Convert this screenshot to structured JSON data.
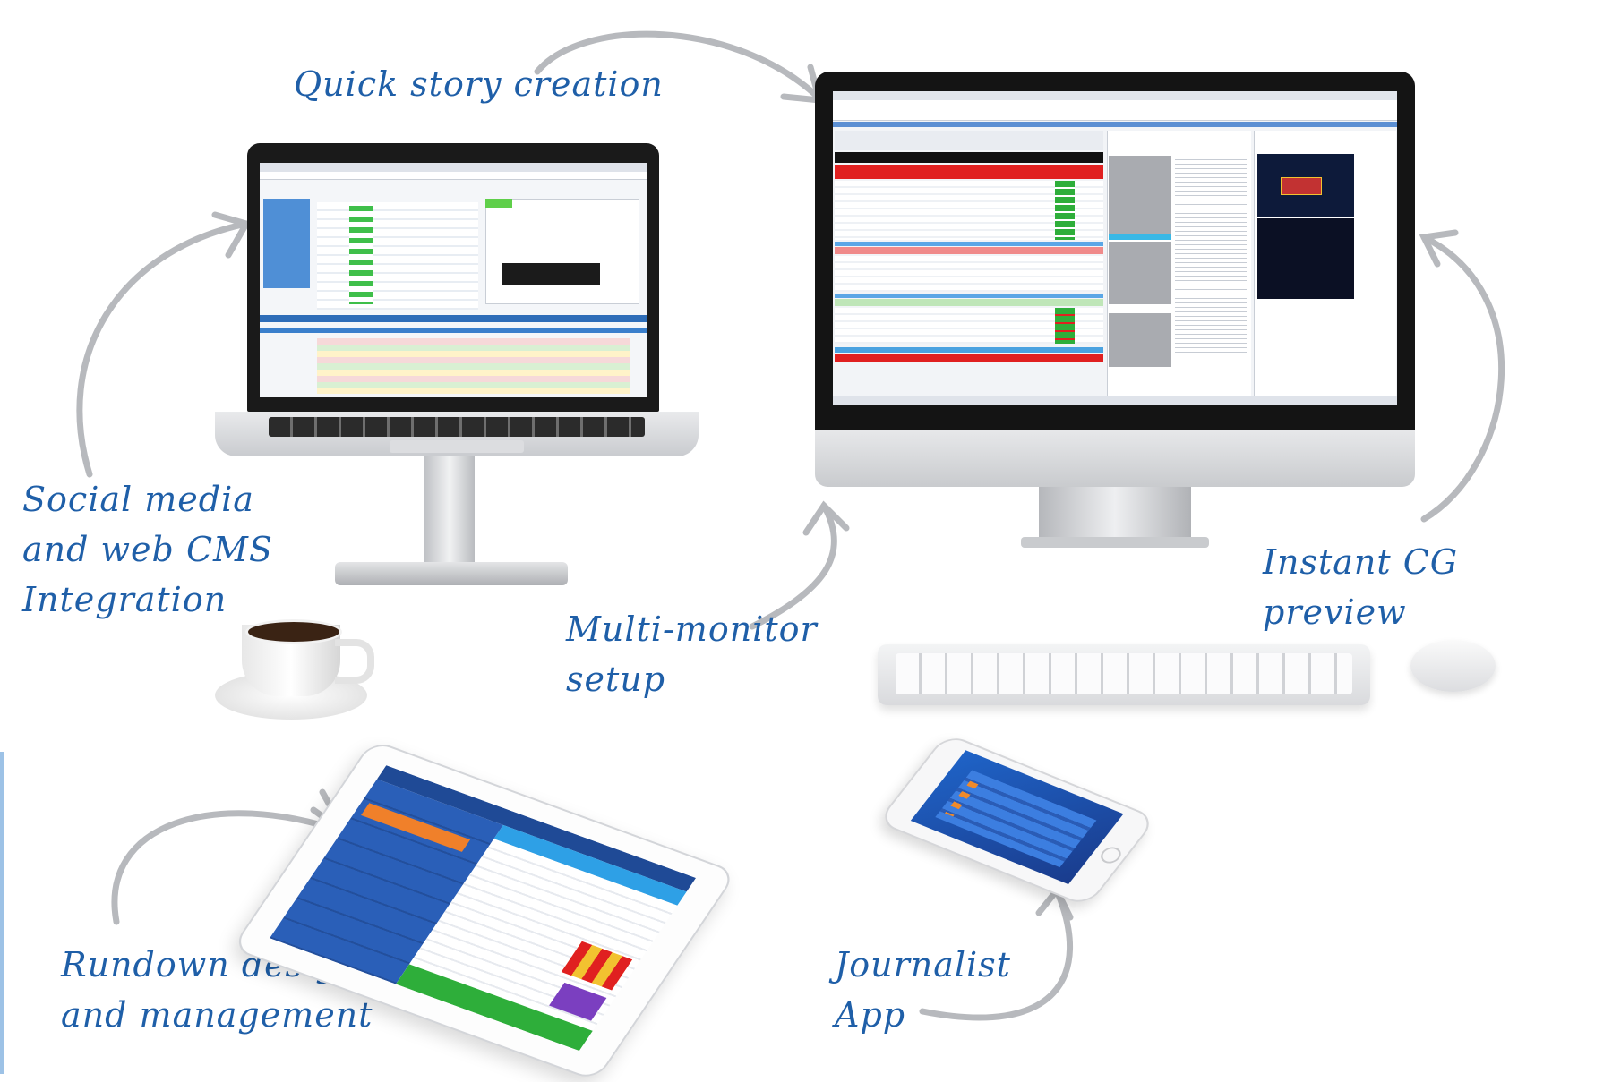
{
  "labels": {
    "quick_story": "Quick story creation",
    "social_media": [
      "Social media",
      "and web CMS",
      "Integration"
    ],
    "multi_monitor": [
      "Multi-monitor",
      "setup"
    ],
    "instant_cg": [
      "Instant CG",
      "preview"
    ],
    "rundown": [
      "Rundown design",
      "and management"
    ],
    "journalist_app": [
      "Journalist",
      "App"
    ]
  },
  "colors": {
    "label_text": "#1f5fa8",
    "arrow": "#b7b9bd",
    "rundown_header": "#0a5aa8",
    "rundown_red": "#e02020",
    "rundown_green": "#2eae3a"
  },
  "devices": {
    "laptop": "laptop-with-newsroom-software",
    "monitor": "desktop-monitor-with-rundown",
    "tablet": "tablet-rundown-app",
    "phone": "phone-journalist-app"
  }
}
